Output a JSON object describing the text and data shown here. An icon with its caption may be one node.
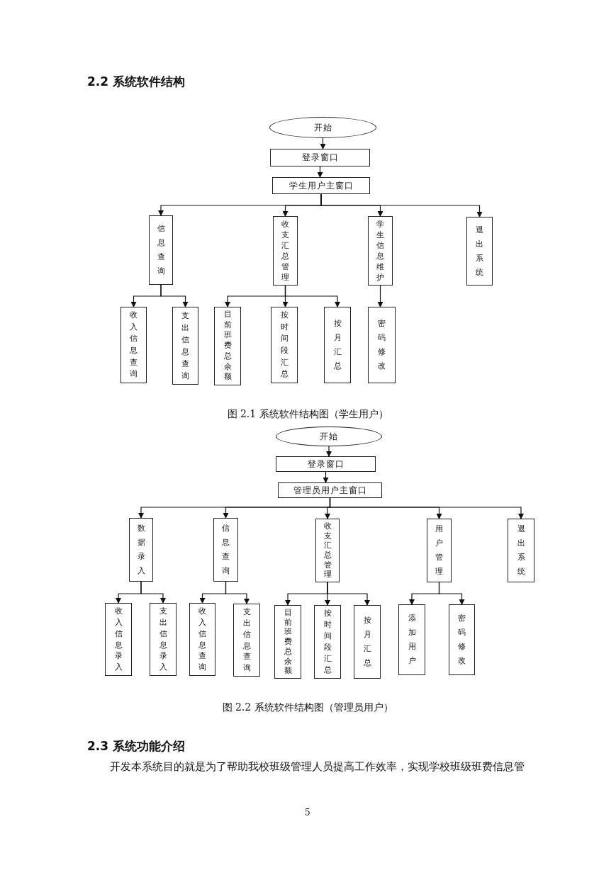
{
  "diagram": {
    "title": "2.2 系统软件结构",
    "nodes": [
      {
        "text": [
          "开始"
        ]
      },
      {
        "text": [
          "登录窗口"
        ]
      },
      {
        "text": [
          "学生用户主窗口"
        ]
      },
      {
        "text": [
          "信息查询"
        ]
      },
      {
        "text": [
          "收支汇总管理"
        ]
      },
      {
        "text": [
          "学生信息维护"
        ]
      },
      {
        "text": [
          "退出系统"
        ]
      },
      {
        "text": [
          "收入信息查询"
        ]
      },
      {
        "text": [
          "支出信息查询"
        ]
      },
      {
        "text": [
          "目前班费总余额"
        ]
      },
      {
        "text": [
          "按时间段汇总"
        ]
      },
      {
        "text": [
          "按月汇总"
        ]
      },
      {
        "text": [
          "密码修改"
        ]
      },
      {
        "text": [
          "开始"
        ]
      },
      {
        "text": [
          "登录窗口"
        ]
      },
      {
        "text": [
          "管理员用户主窗口"
        ]
      },
      {
        "text": [
          "数据录入"
        ]
      },
      {
        "text": [
          "信息查询"
        ]
      },
      {
        "text": [
          "收支汇总管理"
        ]
      },
      {
        "text": [
          "用户管理"
        ]
      },
      {
        "text": [
          "退出系统"
        ]
      },
      {
        "text": [
          "收入信息录入"
        ]
      },
      {
        "text": [
          "支出信息录入"
        ]
      },
      {
        "text": [
          "收入信息查询"
        ]
      },
      {
        "text": [
          "支出信息查询"
        ]
      },
      {
        "text": [
          "目前班费总余额"
        ]
      },
      {
        "text": [
          "按时间段汇总"
        ]
      },
      {
        "text": [
          "按月汇总"
        ]
      },
      {
        "text": [
          "添加用户"
        ]
      },
      {
        "text": [
          "密码修改"
        ]
      }
    ],
    "edges": [
      {
        "from": 0,
        "to": 1,
        "arrow": "to"
      },
      {
        "from": 1,
        "to": 2,
        "arrow": "to"
      },
      {
        "from": 2,
        "to": 3,
        "arrow": "to"
      },
      {
        "from": 2,
        "to": 4,
        "arrow": "to"
      },
      {
        "from": 2,
        "to": 5,
        "arrow": "to"
      },
      {
        "from": 2,
        "to": 6,
        "arrow": "to"
      },
      {
        "from": 3,
        "to": 7,
        "arrow": "to"
      },
      {
        "from": 3,
        "to": 8,
        "arrow": "to"
      },
      {
        "from": 4,
        "to": 9,
        "arrow": "to"
      },
      {
        "from": 4,
        "to": 10,
        "arrow": "to"
      },
      {
        "from": 4,
        "to": 11,
        "arrow": "to"
      },
      {
        "from": 5,
        "to": 12,
        "arrow": "to"
      },
      {
        "from": 13,
        "to": 14,
        "arrow": "to"
      },
      {
        "from": 14,
        "to": 15,
        "arrow": "to"
      },
      {
        "from": 15,
        "to": 16,
        "arrow": "to"
      },
      {
        "from": 15,
        "to": 17,
        "arrow": "to"
      },
      {
        "from": 15,
        "to": 18,
        "arrow": "to"
      },
      {
        "from": 15,
        "to": 19,
        "arrow": "to"
      },
      {
        "from": 15,
        "to": 20,
        "arrow": "to"
      },
      {
        "from": 16,
        "to": 21,
        "arrow": "to"
      },
      {
        "from": 16,
        "to": 22,
        "arrow": "to"
      },
      {
        "from": 17,
        "to": 23,
        "arrow": "to"
      },
      {
        "from": 17,
        "to": 24,
        "arrow": "to"
      },
      {
        "from": 18,
        "to": 25,
        "arrow": "to"
      },
      {
        "from": 18,
        "to": 26,
        "arrow": "to"
      },
      {
        "from": 18,
        "to": 27,
        "arrow": "to"
      },
      {
        "from": 19,
        "to": 28,
        "arrow": "to"
      },
      {
        "from": 19,
        "to": 29,
        "arrow": "to"
      }
    ],
    "labels": [
      "图 2.1  系统软件结构图（学生用户）",
      "图 2.2  系统软件结构图（管理员用户）",
      "2.3 系统功能介绍",
      "开发本系统目的就是为了帮助我校班级管理人员提高工作效率，实现学校班级班费信息管",
      "5"
    ]
  }
}
